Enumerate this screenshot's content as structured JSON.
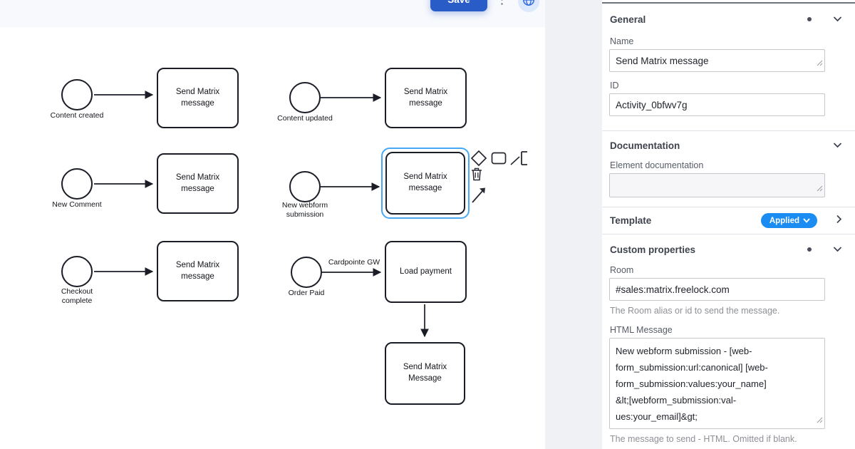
{
  "header": {
    "save_button": "Save"
  },
  "diagram": {
    "flows": [
      {
        "event": "Content created",
        "task": "Send Matrix message"
      },
      {
        "event": "Content updated",
        "task": "Send Matrix message"
      },
      {
        "event": "New Comment",
        "task": "Send Matrix message"
      },
      {
        "event": "New webform submission",
        "task": "Send Matrix message",
        "selected": true
      },
      {
        "event": "Checkout complete",
        "task": "Send Matrix message"
      },
      {
        "event": "Order Paid",
        "edge_label": "Cardpointe GW",
        "task": "Load payment",
        "task2": "Send Matrix Message"
      }
    ]
  },
  "panel": {
    "general": {
      "title": "General",
      "name_label": "Name",
      "name_value": "Send Matrix message",
      "id_label": "ID",
      "id_value": "Activity_0bfwv7g"
    },
    "documentation": {
      "title": "Documentation",
      "label": "Element documentation",
      "value": ""
    },
    "template": {
      "title": "Template",
      "badge": "Applied"
    },
    "custom": {
      "title": "Custom properties",
      "room_label": "Room",
      "room_value": "#sales:matrix.freelock.com",
      "room_help": "The Room alias or id to send the message.",
      "html_label": "HTML Message",
      "html_value": "New webform submission - [web-\nform_submission:url:canonical] [web-\nform_submission:values:your_name]\n&lt;[webform_submission:val-\nues:your_email]&gt;",
      "html_help": "The message to send - HTML. Omitted if blank."
    }
  },
  "colors": {
    "save_blue": "#2a5cc7",
    "badge_blue": "#1b8df2",
    "selection_blue": "#47a9f5",
    "diagram_stroke": "#1a1d26"
  }
}
